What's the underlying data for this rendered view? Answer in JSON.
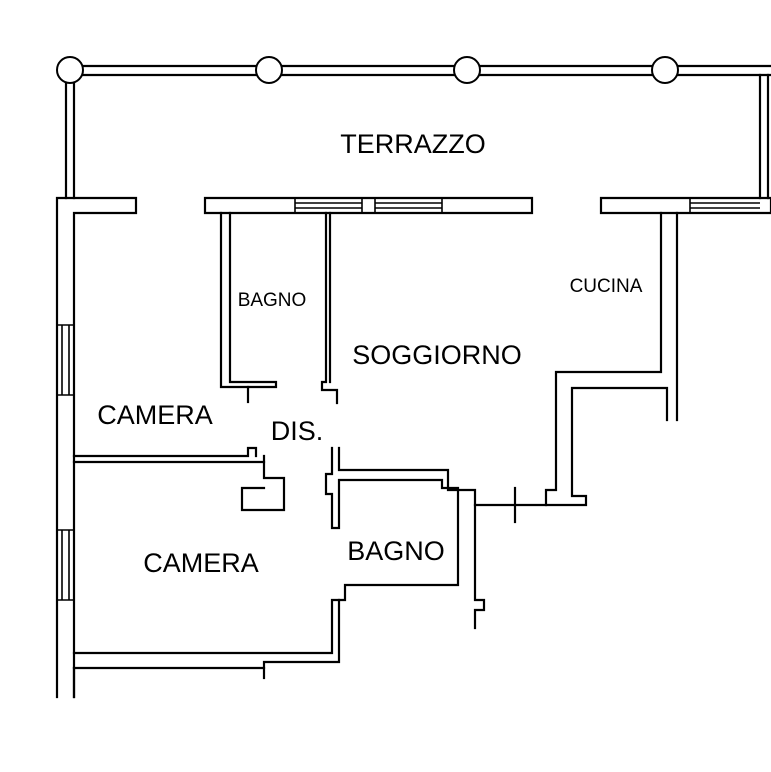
{
  "rooms": {
    "terrazzo": "TERRAZZO",
    "bagno_top": "BAGNO",
    "cucina": "CUCINA",
    "soggiorno": "SOGGIORNO",
    "camera_upper": "CAMERA",
    "dis": "DIS.",
    "camera_lower": "CAMERA",
    "bagno_bottom": "BAGNO"
  },
  "colors": {
    "line": "#000000",
    "background": "#ffffff"
  }
}
